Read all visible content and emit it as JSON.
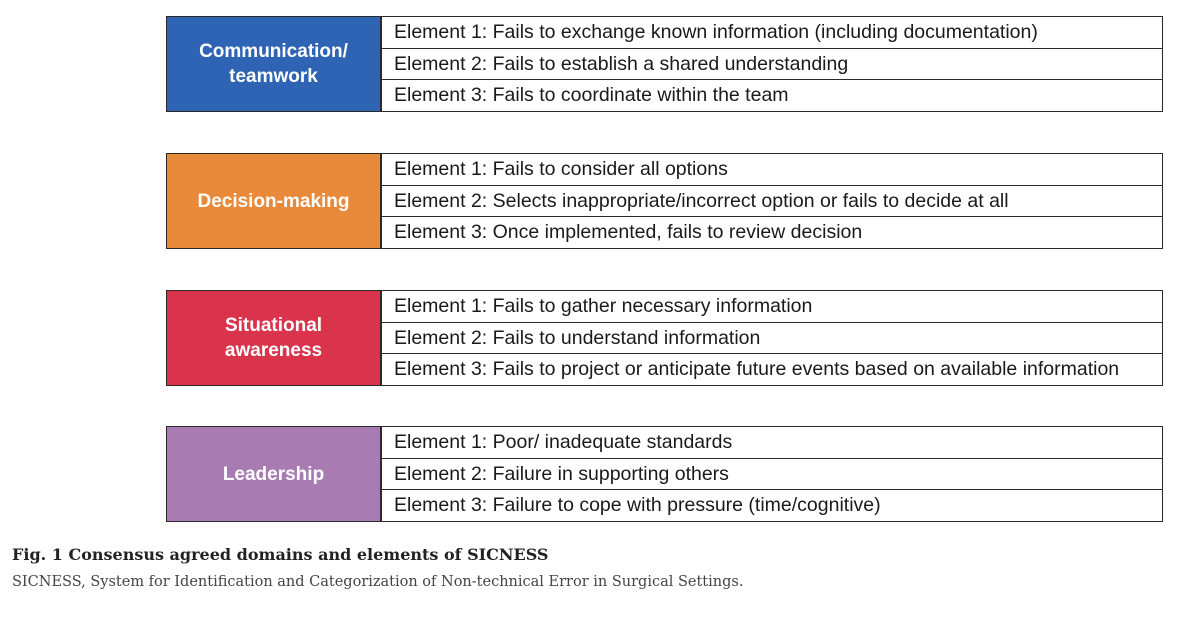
{
  "domains": [
    {
      "name": "Communication/\nteamwork",
      "color": "#2f63b3",
      "elements": [
        "Element 1: Fails to exchange known information (including documentation)",
        "Element 2: Fails to establish a shared understanding",
        "Element 3: Fails to coordinate within the team"
      ]
    },
    {
      "name": "Decision-making",
      "color": "#e88a39",
      "elements": [
        "Element 1: Fails to consider all options",
        "Element 2: Selects inappropriate/incorrect option or fails to decide at all",
        "Element 3: Once implemented, fails to review decision"
      ]
    },
    {
      "name": "Situational\nawareness",
      "color": "#d9344b",
      "elements": [
        "Element 1: Fails to gather necessary information",
        "Element 2: Fails to understand information",
        "Element 3: Fails to project or anticipate future events based on available information"
      ]
    },
    {
      "name": "Leadership",
      "color": "#a87bb3",
      "elements": [
        "Element 1: Poor/ inadequate standards",
        "Element 2: Failure in supporting others",
        "Element 3: Failure to cope with pressure (time/cognitive)"
      ]
    }
  ],
  "caption": {
    "title": "Fig. 1 Consensus agreed domains and elements of SICNESS",
    "text": "SICNESS, System for Identification and Categorization of Non-technical Error in Surgical Settings."
  }
}
